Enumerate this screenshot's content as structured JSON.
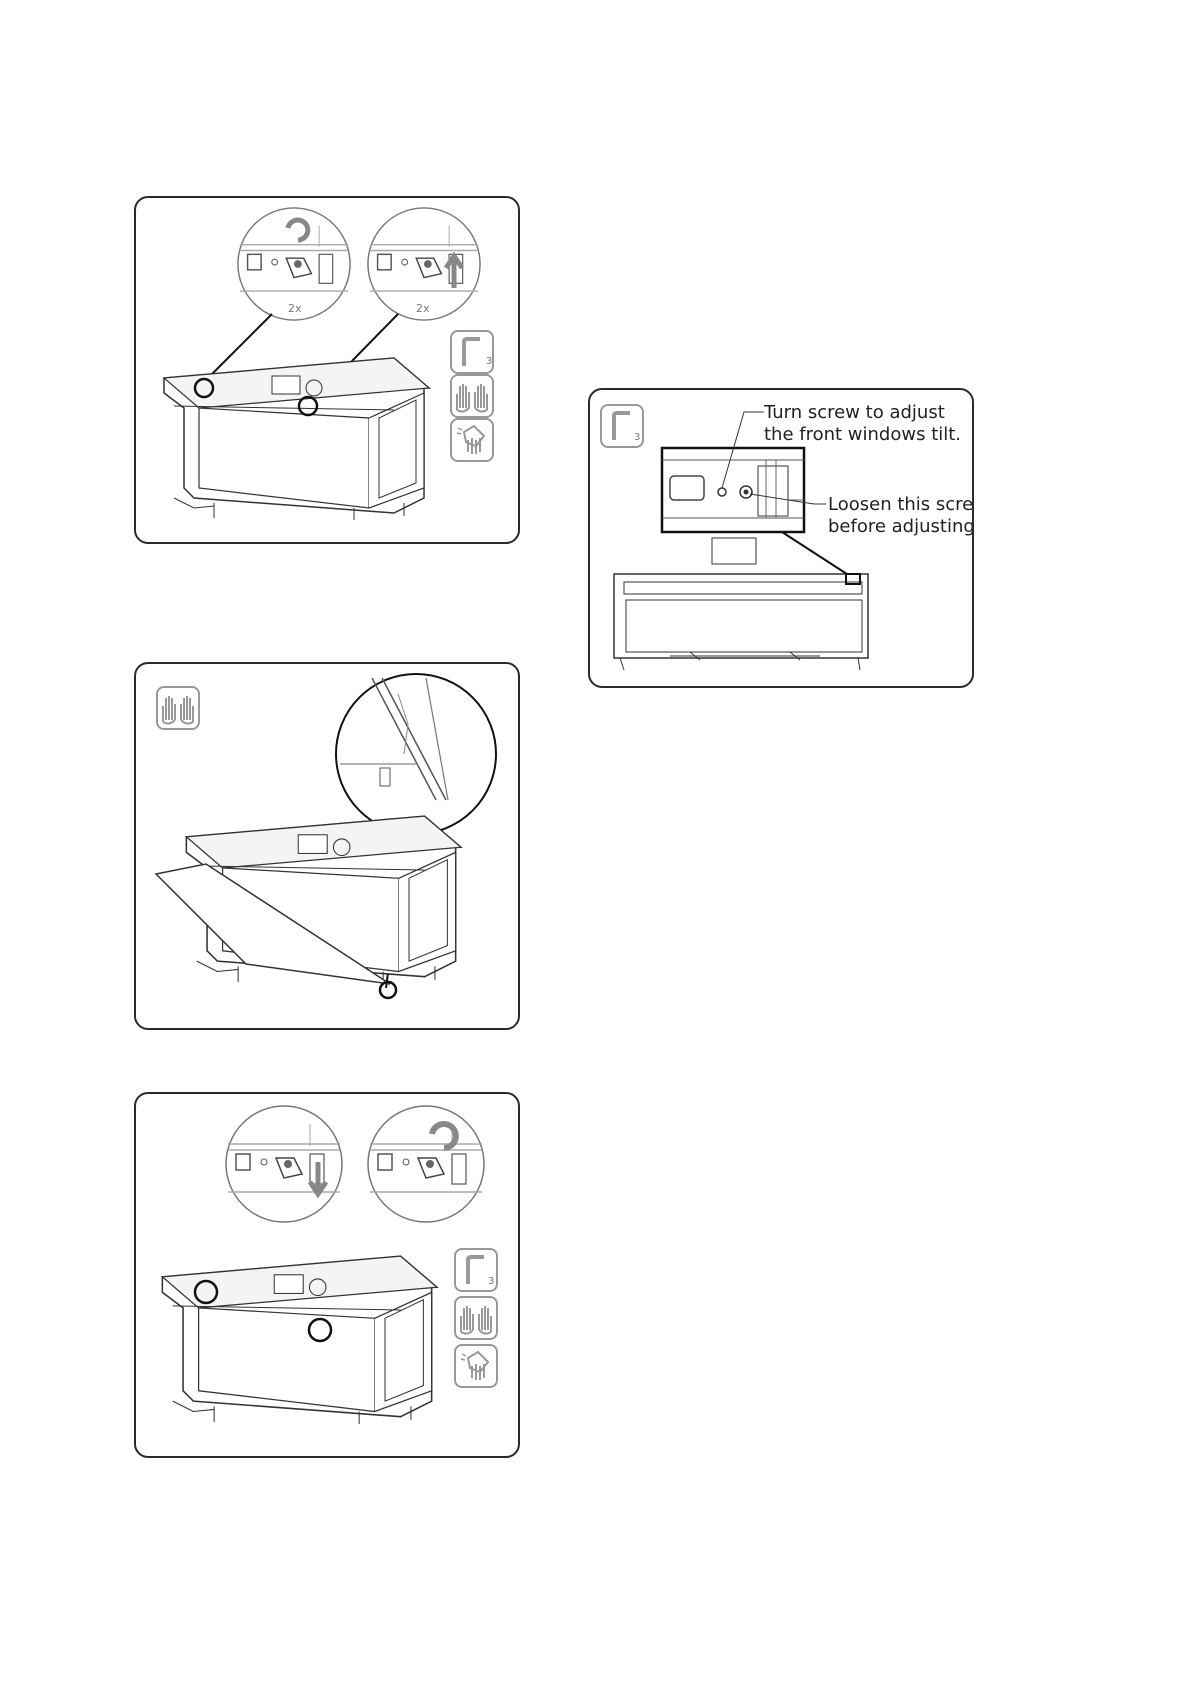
{
  "panel1": {
    "mult_left": "2x",
    "mult_right": "2x",
    "tool_number": "3"
  },
  "panel2": {},
  "panel3": {
    "tool_number": "3"
  },
  "panel4": {
    "tool_number": "3",
    "callout_top_line1": "Turn screw to adjust",
    "callout_top_line2": "the front windows tilt.",
    "callout_bottom_line1": "Loosen this screw",
    "callout_bottom_line2": "before adjusting."
  }
}
